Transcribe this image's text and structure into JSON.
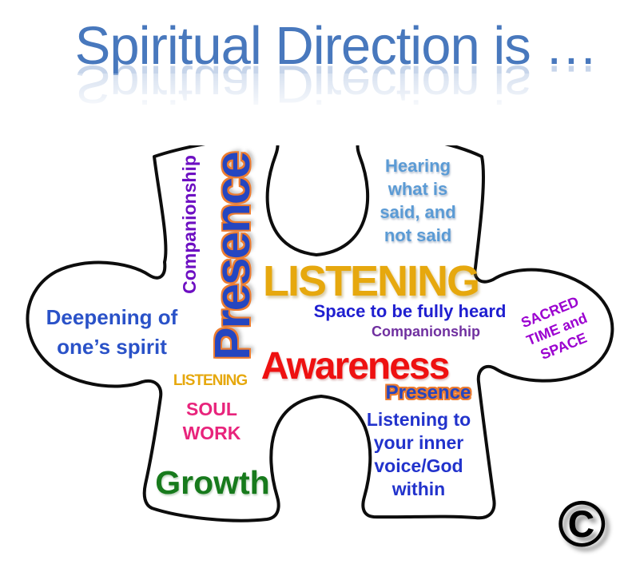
{
  "title": {
    "text": "Spiritual Direction is …",
    "color": "#4878bd"
  },
  "copyright": {
    "symbol": "©",
    "color": "#000000"
  },
  "puzzle": {
    "outline_color": "#0d0d0d",
    "fill_color": "#ffffff",
    "words": {
      "companionship_vertical": {
        "text": "Companionship",
        "color": "#6d0fc2",
        "orientation": "vertical"
      },
      "presence_vertical": {
        "text": "Presence",
        "color": "#2546c0",
        "outline_color": "#ed7d31",
        "orientation": "vertical"
      },
      "hearing": {
        "lines": [
          "Hearing",
          "what is",
          "said, and",
          "not said"
        ],
        "color": "#5b9bd5"
      },
      "listening_big": {
        "text": "LISTENING",
        "color": "#e6a80e"
      },
      "space_heard": {
        "text": "Space to be fully heard",
        "color": "#1f1fd0"
      },
      "companionship_horizontal": {
        "text": "Companionship",
        "color": "#7030a0"
      },
      "awareness": {
        "text": "Awareness",
        "color": "#ee1111"
      },
      "presence_small": {
        "text": "Presence",
        "color": "#2546c0",
        "outline_color": "#ed7d31"
      },
      "listening_inner": {
        "lines": [
          "Listening to",
          "your inner",
          "voice/God",
          "within"
        ],
        "color": "#2233cc"
      },
      "sacred": {
        "lines": [
          "SACRED",
          "TIME and",
          "SPACE"
        ],
        "color": "#9b00d0",
        "rotation_deg": -22
      },
      "deepening": {
        "lines": [
          "Deepening of",
          "one’s spirit"
        ],
        "color": "#2a52c8"
      },
      "listening_small": {
        "text": "LISTENING",
        "color": "#e6a80e"
      },
      "soul_work": {
        "lines": [
          "SOUL",
          "WORK"
        ],
        "color": "#e8247c"
      },
      "growth": {
        "text": "Growth",
        "color": "#177a1c"
      }
    }
  }
}
